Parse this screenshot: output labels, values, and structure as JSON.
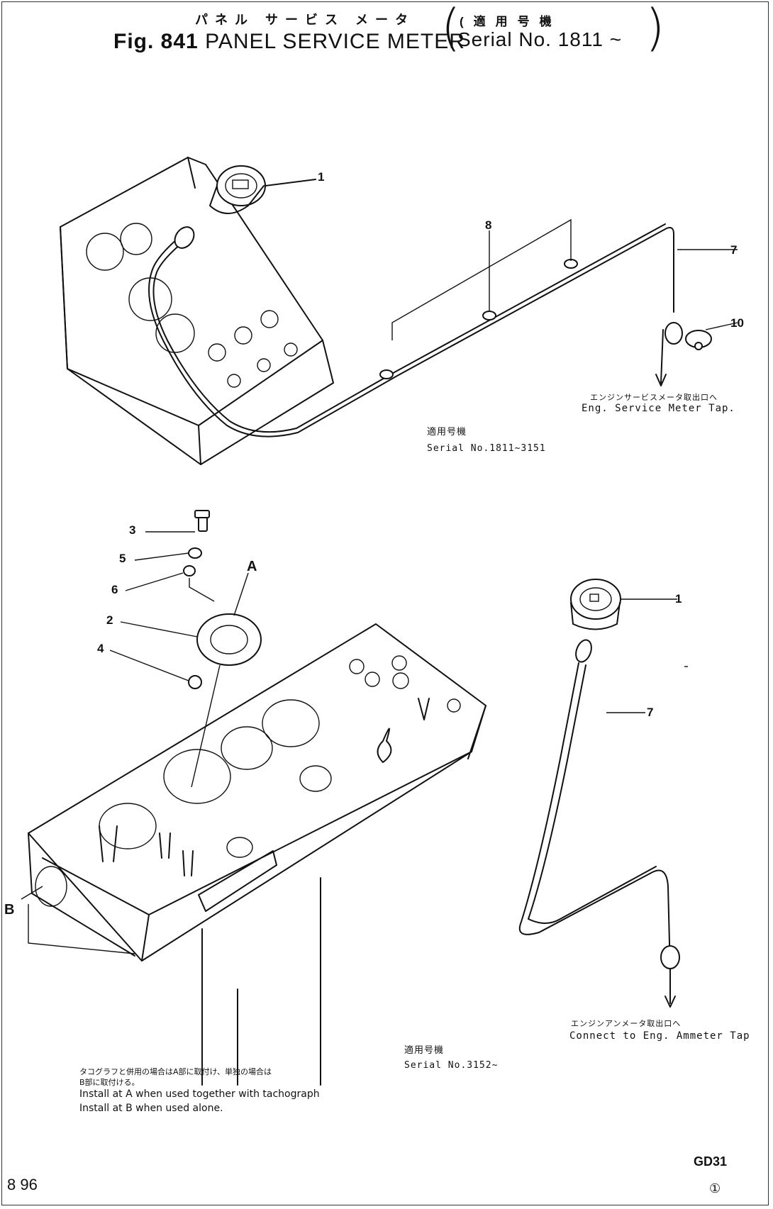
{
  "title": {
    "jp": "パネル サービス メータ",
    "jp_serial": "(適用号機",
    "en_prefix": "Fig. 841",
    "en_name": "PANEL SERVICE METER",
    "serial": "Serial No. 1811 ~"
  },
  "upper_view": {
    "callouts": [
      "1",
      "8",
      "7",
      "10"
    ],
    "connect_jp": "エンジンサービスメータ取出口へ",
    "connect_en": "Eng. Service Meter Tap.",
    "serial_jp": "適用号機",
    "serial_en": "Serial No.1811~3151"
  },
  "lower_view": {
    "callouts": [
      "3",
      "5",
      "6",
      "2",
      "4",
      "A",
      "B",
      "1",
      "7"
    ],
    "connect_jp": "エンジンアンメータ取出口へ",
    "connect_en": "Connect to Eng. Ammeter Tap",
    "serial_jp": "適用号機",
    "serial_en": "Serial No.3152~",
    "note_jp_1": "タコグラフと併用の場合はA部に取付け、単独の場合は",
    "note_jp_2": "B部に取付ける。",
    "note_en_1": "Install at A when used together with tachograph",
    "note_en_2": "Install at B when used alone."
  },
  "footer": {
    "page": "8 96",
    "code": "GD31",
    "rev": "①"
  }
}
